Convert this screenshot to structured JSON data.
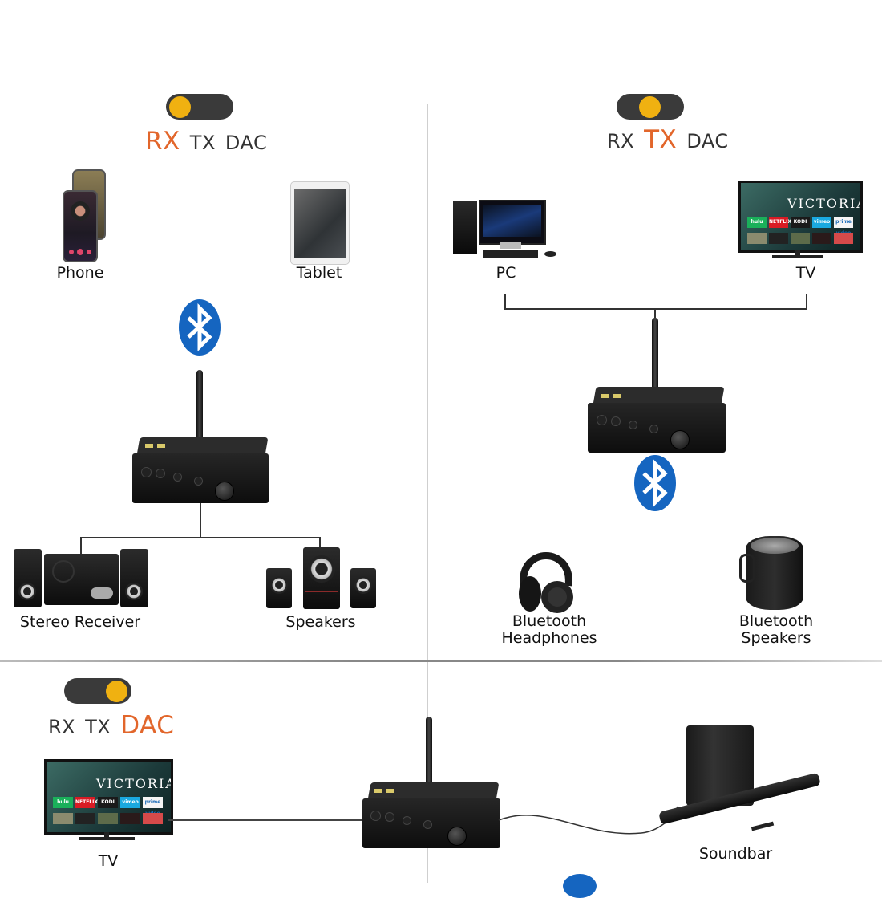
{
  "panels": {
    "rx": {
      "modes": [
        "RX",
        "TX",
        "DAC"
      ],
      "active_mode": "RX",
      "toggle_position": "left",
      "sources": [
        {
          "label": "Phone",
          "icon": "phone-icon"
        },
        {
          "label": "Tablet",
          "icon": "tablet-icon"
        }
      ],
      "link": "bluetooth",
      "outputs": [
        {
          "label": "Stereo Receiver",
          "icon": "stereo-receiver-icon"
        },
        {
          "label": "Speakers",
          "icon": "speakers-icon"
        }
      ]
    },
    "tx": {
      "modes": [
        "RX",
        "TX",
        "DAC"
      ],
      "active_mode": "TX",
      "toggle_position": "center",
      "sources": [
        {
          "label": "PC",
          "icon": "pc-icon"
        },
        {
          "label": "TV",
          "icon": "tv-icon"
        }
      ],
      "link": "bluetooth",
      "outputs": [
        {
          "label_line1": "Bluetooth",
          "label_line2": "Headphones",
          "icon": "headphones-icon"
        },
        {
          "label_line1": "Bluetooth",
          "label_line2": "Speakers",
          "icon": "bluetooth-speaker-icon"
        }
      ]
    },
    "dac": {
      "modes": [
        "RX",
        "TX",
        "DAC"
      ],
      "active_mode": "DAC",
      "toggle_position": "right",
      "source": {
        "label": "TV",
        "icon": "tv-icon"
      },
      "output": {
        "label": "Soundbar",
        "icon": "soundbar-icon"
      }
    }
  },
  "tv_screen": {
    "title": "VICTORIA",
    "apps": [
      "hulu",
      "NETFLIX",
      "KODI",
      "vimeo",
      "prime video"
    ]
  },
  "colors": {
    "active_mode": "#e2662b",
    "toggle_knob": "#f0b111",
    "toggle_track": "#3a3a3a",
    "bluetooth": "#1565c0"
  }
}
